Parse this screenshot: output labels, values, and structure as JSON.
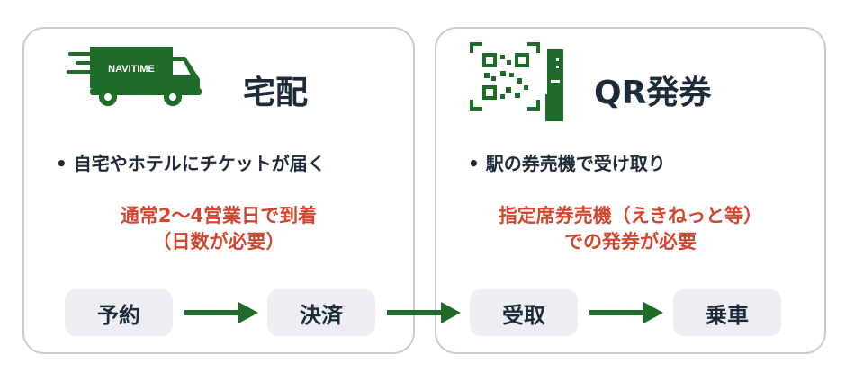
{
  "colors": {
    "green": "#1e6b2a",
    "text": "#1c2a3a",
    "red": "#d4452e"
  },
  "delivery": {
    "icon": "delivery-truck-icon",
    "truck_label": "NAVITIME",
    "title": "宅配",
    "bullet": "自宅やホテルにチケットが届く",
    "note_line1": "通常2〜4営業日で到着",
    "note_line2": "（日数が必要）"
  },
  "qr": {
    "icon": "qr-ticket-machine-icon",
    "title": "QR発券",
    "bullet": "駅の券売機で受け取り",
    "note_line1": "指定席券売機（えきねっと等）",
    "note_line2": "での発券が必要"
  },
  "steps": [
    "予約",
    "決済",
    "受取",
    "乗車"
  ]
}
